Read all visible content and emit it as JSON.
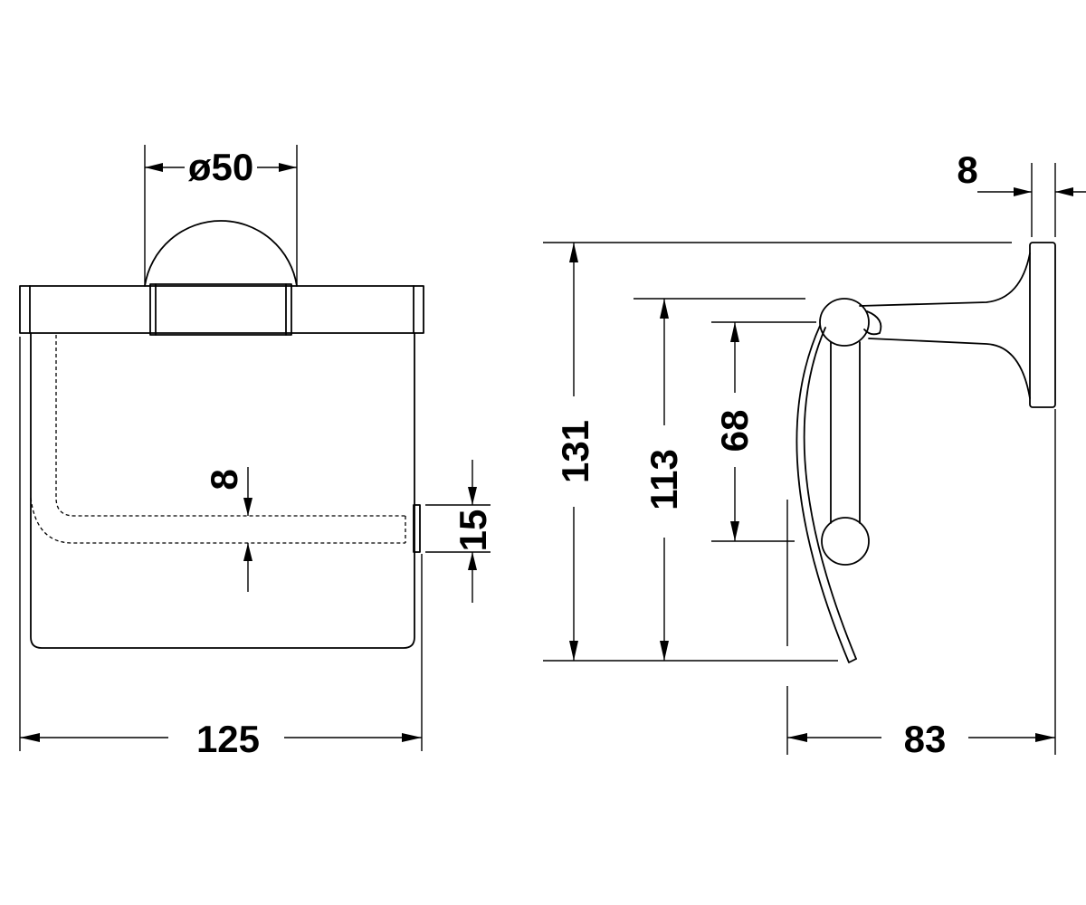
{
  "drawing": {
    "line_color": "#000000",
    "background": "#ffffff"
  },
  "front_view": {
    "diameter_label": "ø50",
    "width_label": "125",
    "gap_label": "8",
    "flap_label": "15"
  },
  "side_view": {
    "depth_top_label": "8",
    "total_height_label": "131",
    "height_label": "113",
    "roll_label": "68",
    "depth_label": "83"
  }
}
